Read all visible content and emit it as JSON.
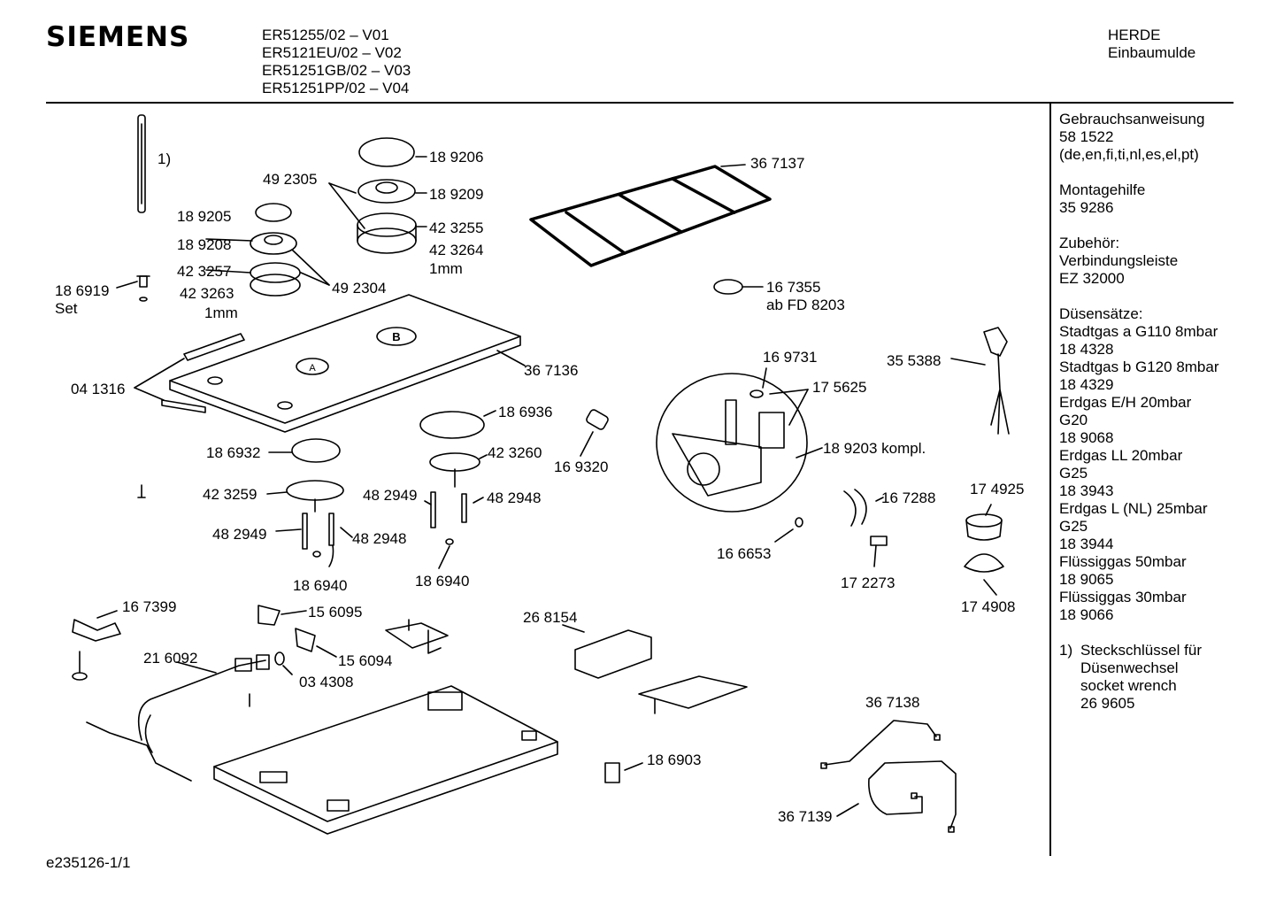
{
  "header": {
    "brand": "SIEMENS",
    "models": [
      "ER51255/02 – V01",
      "ER5121EU/02 – V02",
      "ER51251GB/02 – V03",
      "ER51251PP/02 – V04"
    ],
    "category_line1": "HERDE",
    "category_line2": "Einbaumulde"
  },
  "sidebar": {
    "manual": [
      "Gebrauchsanweisung",
      "58 1522",
      "(de,en,fi,ti,nl,es,el,pt)"
    ],
    "mounting": [
      "Montagehilfe",
      "35 9286"
    ],
    "accessories": [
      "Zubehör:",
      "Verbindungsleiste",
      "EZ 32000"
    ],
    "nozzle_sets": [
      "Düsensätze:",
      "Stadtgas a G110 8mbar",
      "18 4328",
      "Stadtgas b G120 8mbar",
      "18 4329",
      "Erdgas E/H 20mbar",
      "G20",
      "18 9068",
      "Erdgas LL 20mbar",
      "G25",
      "18 3943",
      "Erdgas L (NL) 25mbar",
      "G25",
      "18 3944",
      "Flüssiggas 50mbar",
      "18 9065",
      "Flüssiggas 30mbar",
      "18 9066"
    ],
    "footnote_marker": "1)",
    "footnote": [
      "Steckschlüssel für",
      "Düsenwechsel",
      "socket wrench",
      "26 9605"
    ]
  },
  "footer": {
    "drawing_id": "e235126-1/1"
  },
  "labels": {
    "l_1": "1)",
    "l_189206": "18 9206",
    "l_189209": "18 9209",
    "l_492305": "49 2305",
    "l_423255": "42 3255",
    "l_423264": "42 3264",
    "l_1mm_a": "1mm",
    "l_367137": "36 7137",
    "l_189205": "18 9205",
    "l_189208": "18 9208",
    "l_423257": "42 3257",
    "l_423263": "42 3263",
    "l_1mm_b": "1mm",
    "l_492304": "49 2304",
    "l_186919": "18 6919",
    "l_set": "Set",
    "l_167355": "16 7355",
    "l_abfd": "ab FD 8203",
    "l_041316": "04 1316",
    "l_367136": "36 7136",
    "l_169731": "16 9731",
    "l_175625": "17 5625",
    "l_355388": "35 5388",
    "l_186936": "18 6936",
    "l_186932": "18 6932",
    "l_423260": "42 3260",
    "l_169320": "16 9320",
    "l_189203": "18 9203 kompl.",
    "l_423259": "42 3259",
    "l_482949_a": "48 2949",
    "l_482948_a": "48 2948",
    "l_482949_b": "48 2949",
    "l_482948_b": "48 2948",
    "l_186940_a": "18 6940",
    "l_186940_b": "18 6940",
    "l_167288": "16 7288",
    "l_174925": "17 4925",
    "l_166653": "16 6653",
    "l_172273": "17 2273",
    "l_174908": "17 4908",
    "l_167399": "16 7399",
    "l_156095": "15 6095",
    "l_156094": "15 6094",
    "l_268154": "26 8154",
    "l_216092": "21 6092",
    "l_034308": "03 4308",
    "l_367138": "36 7138",
    "l_186903": "18 6903",
    "l_367139": "36 7139",
    "hob_a": "A",
    "hob_b": "B"
  }
}
